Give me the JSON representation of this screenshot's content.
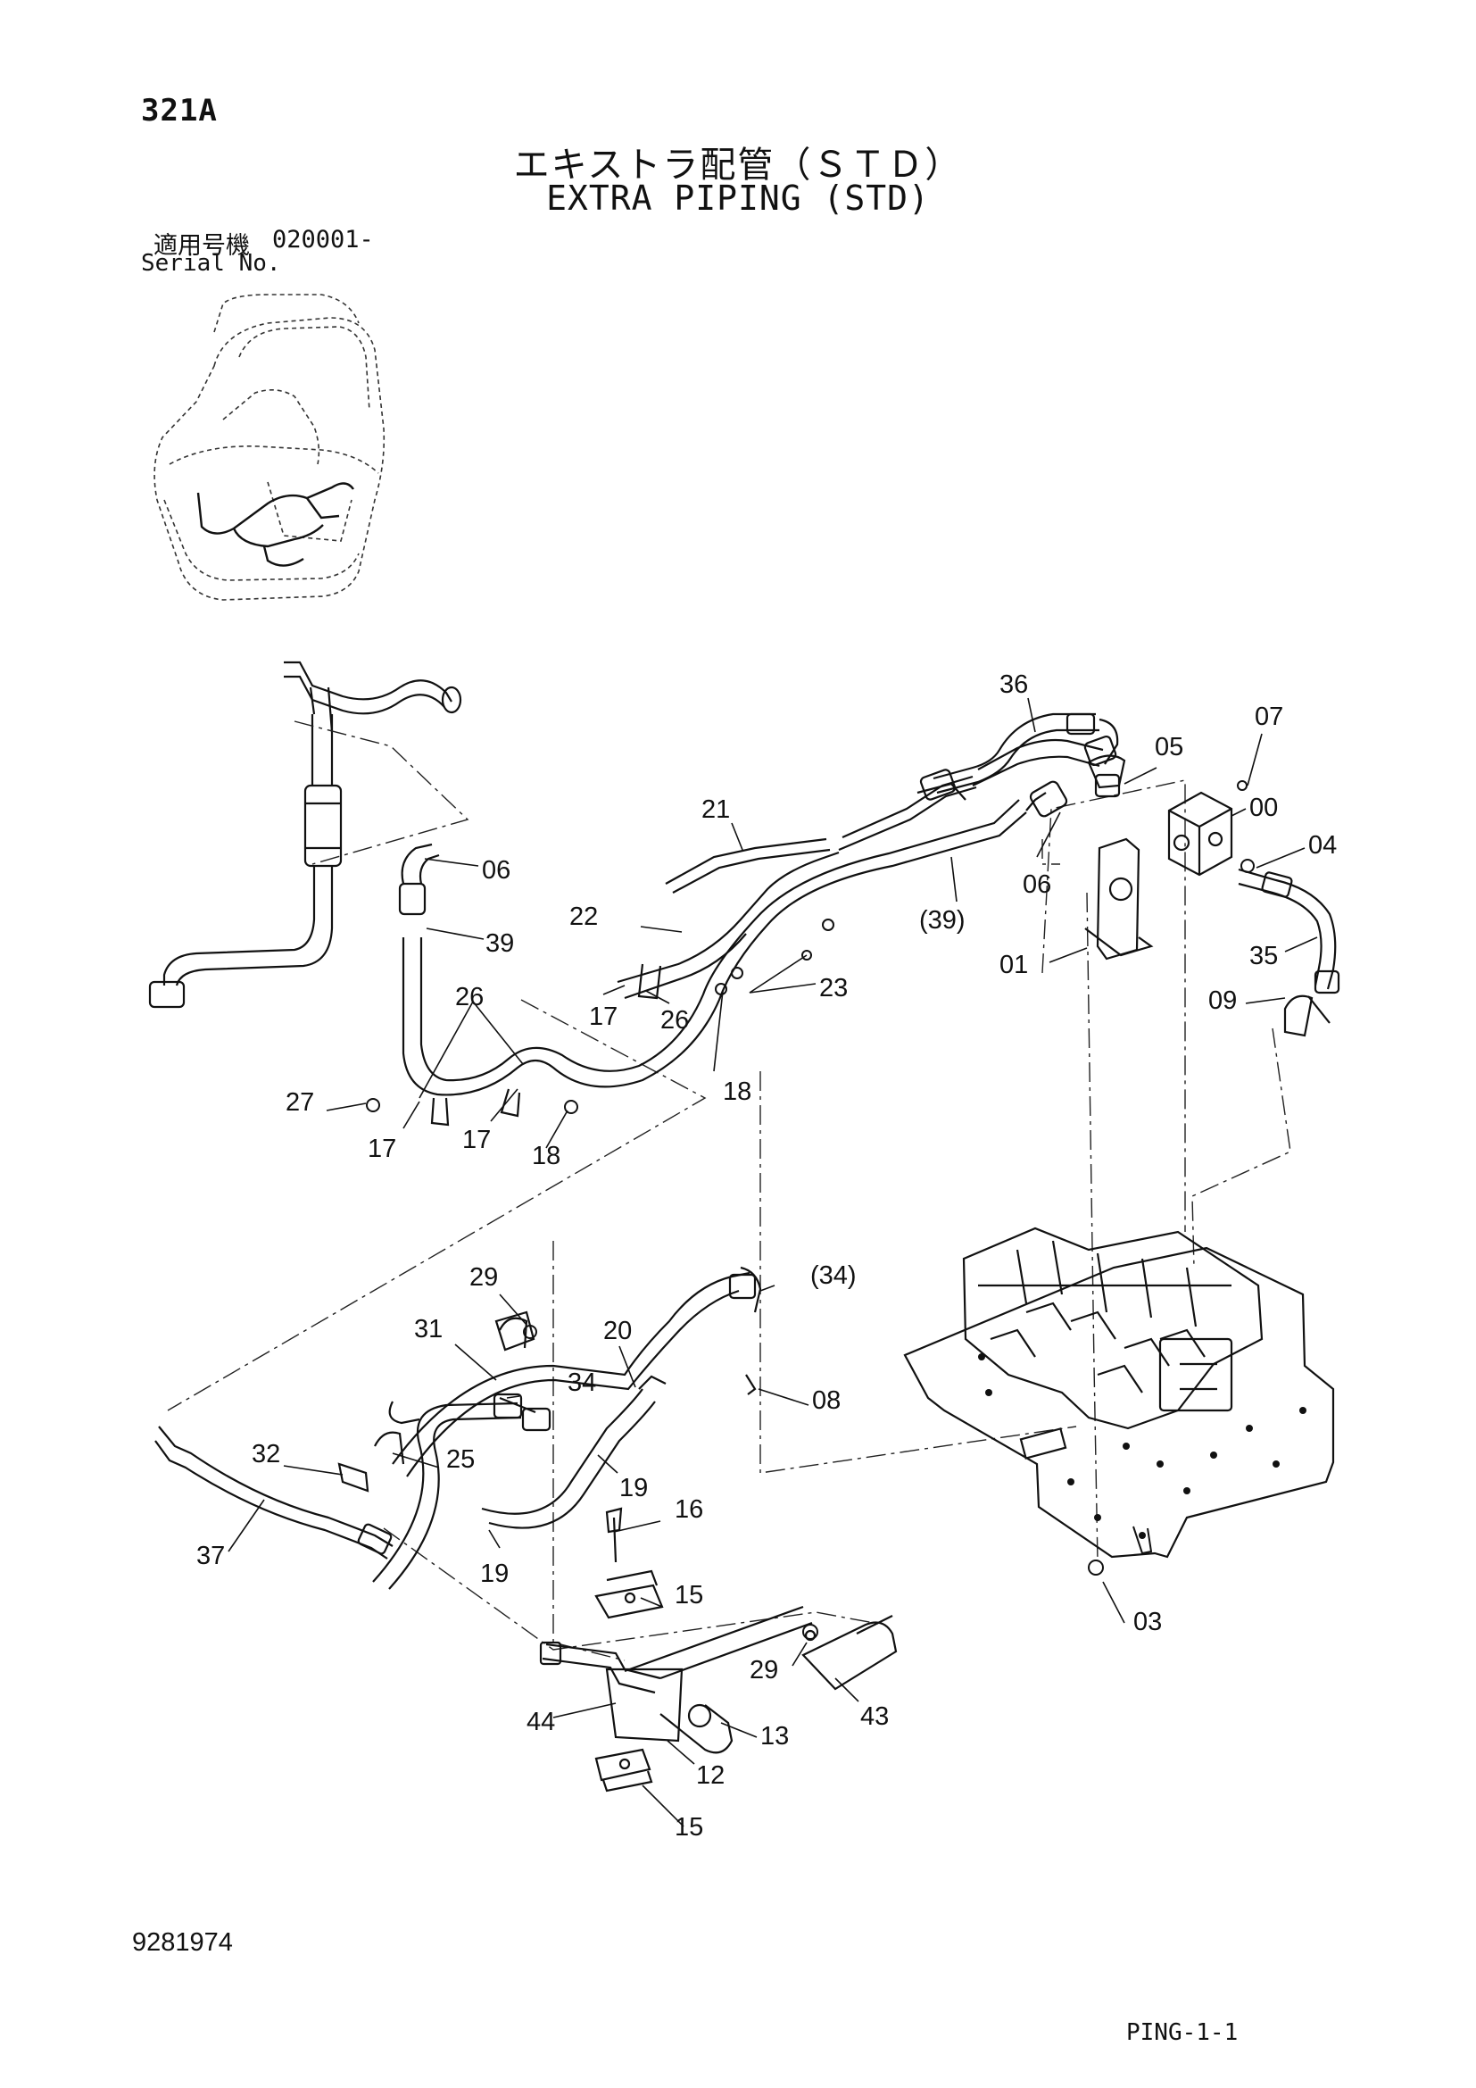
{
  "page_number": "321A",
  "title_jp": "エキストラ配管（ＳＴＤ）",
  "title_en": "EXTRA PIPING (STD)",
  "serial_label_jp": "適用号機",
  "serial_range": "020001-",
  "serial_label_en": "Serial No.",
  "document_number": "9281974",
  "page_ref": "PING-1-1",
  "callouts": [
    {
      "id": "c36",
      "text": "36"
    },
    {
      "id": "c07",
      "text": "07"
    },
    {
      "id": "c05",
      "text": "05"
    },
    {
      "id": "c00",
      "text": "00"
    },
    {
      "id": "c04",
      "text": "04"
    },
    {
      "id": "c21",
      "text": "21"
    },
    {
      "id": "c06a",
      "text": "06"
    },
    {
      "id": "c06b",
      "text": "06"
    },
    {
      "id": "c39a",
      "text": "39"
    },
    {
      "id": "c39b",
      "text": "(39)"
    },
    {
      "id": "c22",
      "text": "22"
    },
    {
      "id": "c01",
      "text": "01"
    },
    {
      "id": "c35",
      "text": "35"
    },
    {
      "id": "c23",
      "text": "23"
    },
    {
      "id": "c26a",
      "text": "26"
    },
    {
      "id": "c17a",
      "text": "17"
    },
    {
      "id": "c26b",
      "text": "26"
    },
    {
      "id": "c09",
      "text": "09"
    },
    {
      "id": "c18a",
      "text": "18"
    },
    {
      "id": "c27",
      "text": "27"
    },
    {
      "id": "c17b",
      "text": "17"
    },
    {
      "id": "c17c",
      "text": "17"
    },
    {
      "id": "c18b",
      "text": "18"
    },
    {
      "id": "c29a",
      "text": "29"
    },
    {
      "id": "c34a",
      "text": "(34)"
    },
    {
      "id": "c31",
      "text": "31"
    },
    {
      "id": "c20",
      "text": "20"
    },
    {
      "id": "c34b",
      "text": "34"
    },
    {
      "id": "c08",
      "text": "08"
    },
    {
      "id": "c32",
      "text": "32"
    },
    {
      "id": "c25",
      "text": "25"
    },
    {
      "id": "c19a",
      "text": "19"
    },
    {
      "id": "c16",
      "text": "16"
    },
    {
      "id": "c37",
      "text": "37"
    },
    {
      "id": "c19b",
      "text": "19"
    },
    {
      "id": "c15a",
      "text": "15"
    },
    {
      "id": "c03",
      "text": "03"
    },
    {
      "id": "c29b",
      "text": "29"
    },
    {
      "id": "c43",
      "text": "43"
    },
    {
      "id": "c44",
      "text": "44"
    },
    {
      "id": "c13",
      "text": "13"
    },
    {
      "id": "c12",
      "text": "12"
    },
    {
      "id": "c15b",
      "text": "15"
    }
  ]
}
